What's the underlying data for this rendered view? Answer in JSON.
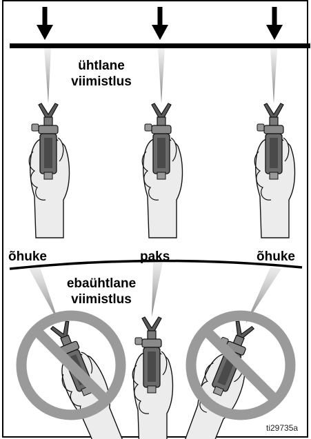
{
  "labels": {
    "even_finish_line1": "ühtlane",
    "even_finish_line2": "viimistlus",
    "thin_left": "õhuke",
    "thick_center": "paks",
    "thin_right": "õhuke",
    "uneven_finish_line1": "ebaühtlane",
    "uneven_finish_line2": "viimistlus"
  },
  "figure_id": "ti29735a",
  "colors": {
    "ink": "#000000",
    "prohibited": "#9a9a9a",
    "hand": "#e8e8e8",
    "spray": "#bdbdbd"
  },
  "icons": [
    "down-arrow-icon",
    "spray-gun-hand-icon",
    "prohibited-icon"
  ]
}
